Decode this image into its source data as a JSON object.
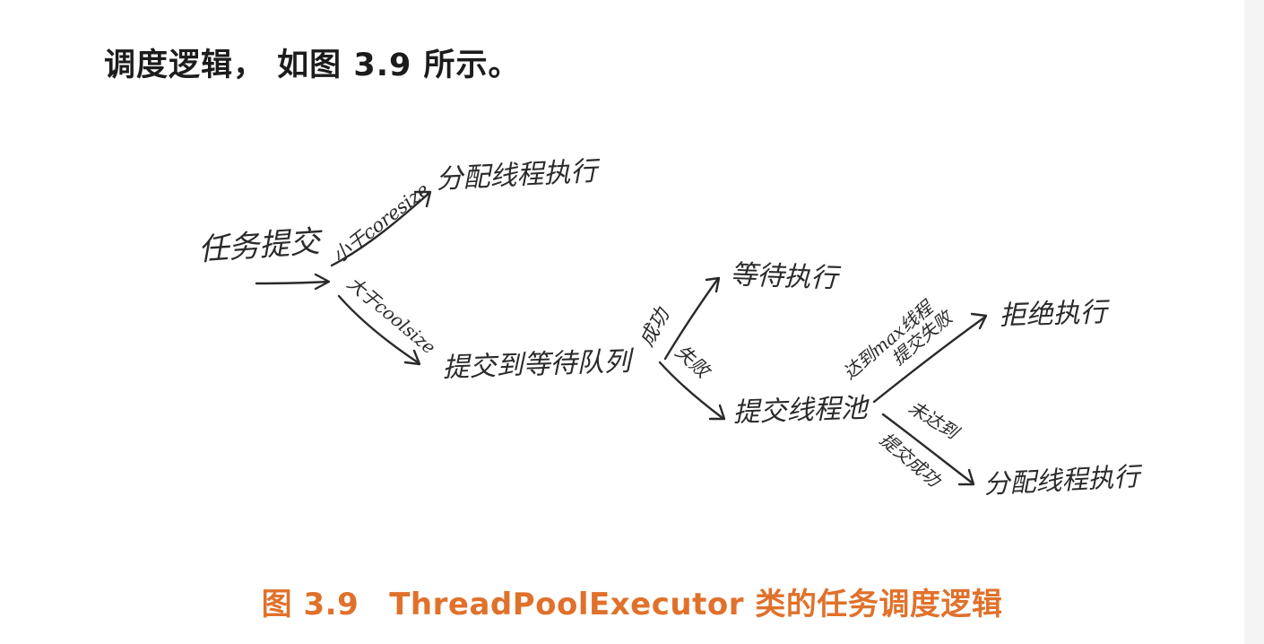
{
  "page": {
    "intro_text": "调度逻辑， 如图 3.9 所示。",
    "caption_number": "图 3.9",
    "caption_title": "ThreadPoolExecutor 类的任务调度逻辑"
  },
  "diagram": {
    "nodes": {
      "task_submit": "任务提交",
      "assign_thread_top": "分配线程执行",
      "submit_to_queue": "提交到等待队列",
      "wait_execute": "等待执行",
      "submit_to_pool": "提交线程池",
      "reject": "拒绝执行",
      "assign_thread_bottom": "分配线程执行"
    },
    "edges": {
      "less_than_core": "小于coresize",
      "greater_than_core": "大于coolsize",
      "success": "成功",
      "fail": "失败",
      "max_reached_line1": "达到max线程",
      "max_reached_line2": "提交失败",
      "not_reached_line1": "未达到",
      "not_reached_line2": "提交成功"
    }
  },
  "colors": {
    "caption": "#e0712b",
    "ink": "#2a2a2a"
  }
}
